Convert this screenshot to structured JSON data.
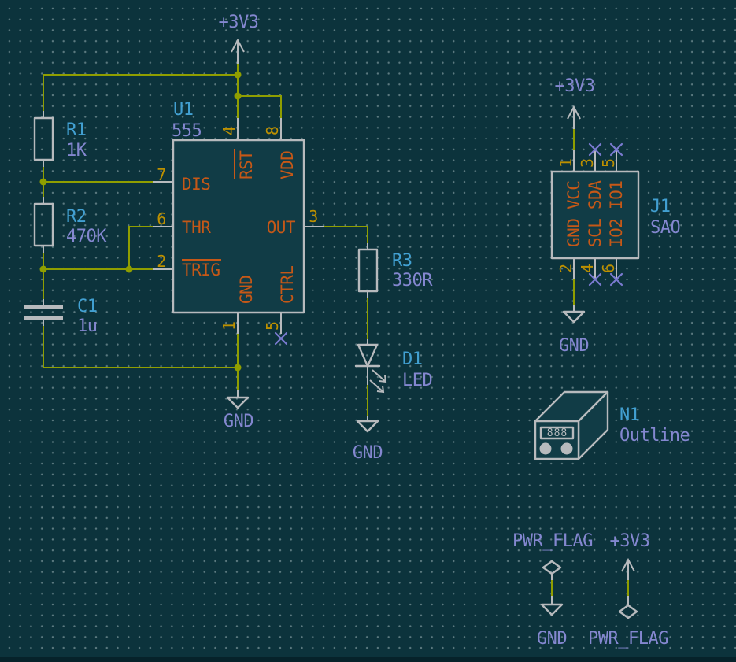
{
  "app": {
    "name": "schematic-editor-canvas",
    "tool": "KiCad eeschema view"
  },
  "colors": {
    "background": "#0c333c",
    "grid_dot": "#5c7a80",
    "wire": "#8f9e00",
    "symbol_outline": "#b7babd",
    "symbol_body_fill": "#113c46",
    "pin_name": "#c65817",
    "pin_number": "#bd9000",
    "reference": "#42a0d2",
    "value": "#8487d0",
    "no_connect": "#7a7ad0"
  },
  "components": {
    "u1": {
      "reference": "U1",
      "value": "555",
      "pin_numbers": {
        "n1": "1",
        "n2": "2",
        "n3": "3",
        "n4": "4",
        "n5": "5",
        "n6": "6",
        "n7": "7",
        "n8": "8"
      },
      "pin_names": {
        "dis": "DIS",
        "thr": "THR",
        "trig": "TRIG",
        "out": "OUT",
        "rst": "RST",
        "vdd": "VDD",
        "gnd": "GND",
        "ctrl": "CTRL"
      }
    },
    "r1": {
      "reference": "R1",
      "value": "1K"
    },
    "r2": {
      "reference": "R2",
      "value": "470K"
    },
    "r3": {
      "reference": "R3",
      "value": "330R"
    },
    "c1": {
      "reference": "C1",
      "value": "1u"
    },
    "d1": {
      "reference": "D1",
      "value": "LED"
    },
    "j1": {
      "reference": "J1",
      "value": "SAO",
      "pin_numbers": {
        "n1": "1",
        "n2": "2",
        "n3": "3",
        "n4": "4",
        "n5": "5",
        "n6": "6"
      },
      "pin_names": {
        "vcc": "VCC",
        "sda": "SDA",
        "io1": "IO1",
        "gnd": "GND",
        "scl": "SCL",
        "io2": "IO2"
      }
    },
    "n1": {
      "reference": "N1",
      "value": "Outline",
      "display_text": "888"
    }
  },
  "power": {
    "v33_main": "+3V3",
    "gnd_main": "GND",
    "gnd_led": "GND",
    "v33_j1": "+3V3",
    "gnd_j1": "GND",
    "pwr_flag_gnd_label": "PWR_FLAG",
    "pwr_flag_gnd_net": "GND",
    "pwr_flag_v33_net": "+3V3",
    "pwr_flag_v33_label": "PWR_FLAG"
  }
}
